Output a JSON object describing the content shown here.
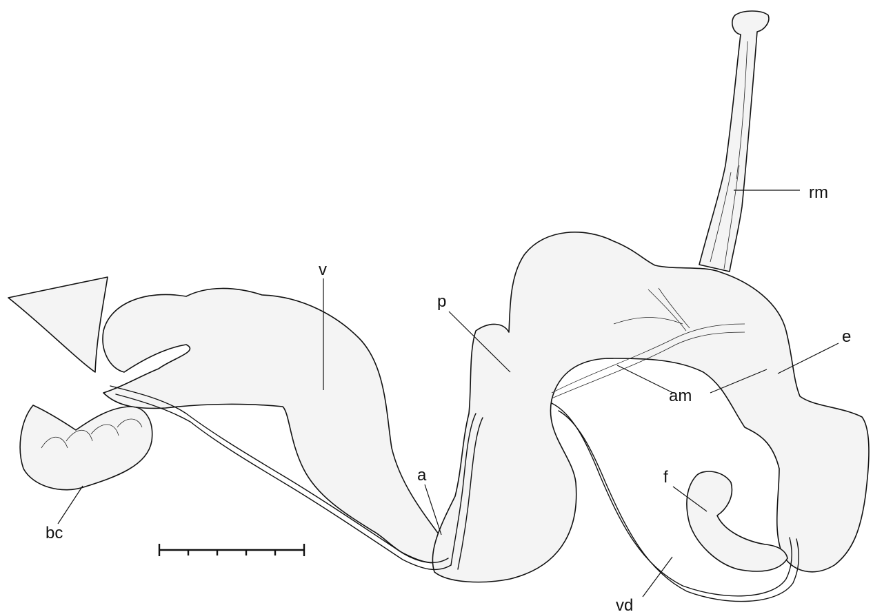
{
  "labels": {
    "rm": "rm",
    "v": "v",
    "p": "p",
    "e": "e",
    "am": "am",
    "a": "a",
    "f": "f",
    "bc": "bc",
    "vd": "vd"
  }
}
